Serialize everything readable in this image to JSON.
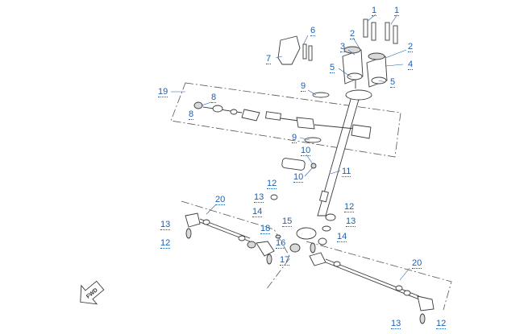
{
  "callouts": [
    {
      "id": "c1a",
      "label": "1"
    },
    {
      "id": "c1b",
      "label": "1"
    },
    {
      "id": "c2a",
      "label": "2"
    },
    {
      "id": "c2b",
      "label": "2"
    },
    {
      "id": "c3",
      "label": "3"
    },
    {
      "id": "c4",
      "label": "4"
    },
    {
      "id": "c5a",
      "label": "5"
    },
    {
      "id": "c5b",
      "label": "5"
    },
    {
      "id": "c6",
      "label": "6"
    },
    {
      "id": "c7",
      "label": "7"
    },
    {
      "id": "c8a",
      "label": "8"
    },
    {
      "id": "c8b",
      "label": "8"
    },
    {
      "id": "c9a",
      "label": "9"
    },
    {
      "id": "c9b",
      "label": "9"
    },
    {
      "id": "c10a",
      "label": "10"
    },
    {
      "id": "c10b",
      "label": "10"
    },
    {
      "id": "c11",
      "label": "11"
    },
    {
      "id": "c12a",
      "label": "12"
    },
    {
      "id": "c12b",
      "label": "12"
    },
    {
      "id": "c12c",
      "label": "12"
    },
    {
      "id": "c12d",
      "label": "12"
    },
    {
      "id": "c13a",
      "label": "13"
    },
    {
      "id": "c13b",
      "label": "13"
    },
    {
      "id": "c13c",
      "label": "13"
    },
    {
      "id": "c13d",
      "label": "13"
    },
    {
      "id": "c14a",
      "label": "14"
    },
    {
      "id": "c14b",
      "label": "14"
    },
    {
      "id": "c15",
      "label": "15"
    },
    {
      "id": "c16",
      "label": "16"
    },
    {
      "id": "c17",
      "label": "17"
    },
    {
      "id": "c18",
      "label": "18"
    },
    {
      "id": "c19",
      "label": "19"
    },
    {
      "id": "c20a",
      "label": "20"
    },
    {
      "id": "c20b",
      "label": "20"
    }
  ],
  "fwd_label": "FWD",
  "colors": {
    "callout": "#1f5fa8",
    "line": "#3a3a3a",
    "background": "#ffffff"
  }
}
